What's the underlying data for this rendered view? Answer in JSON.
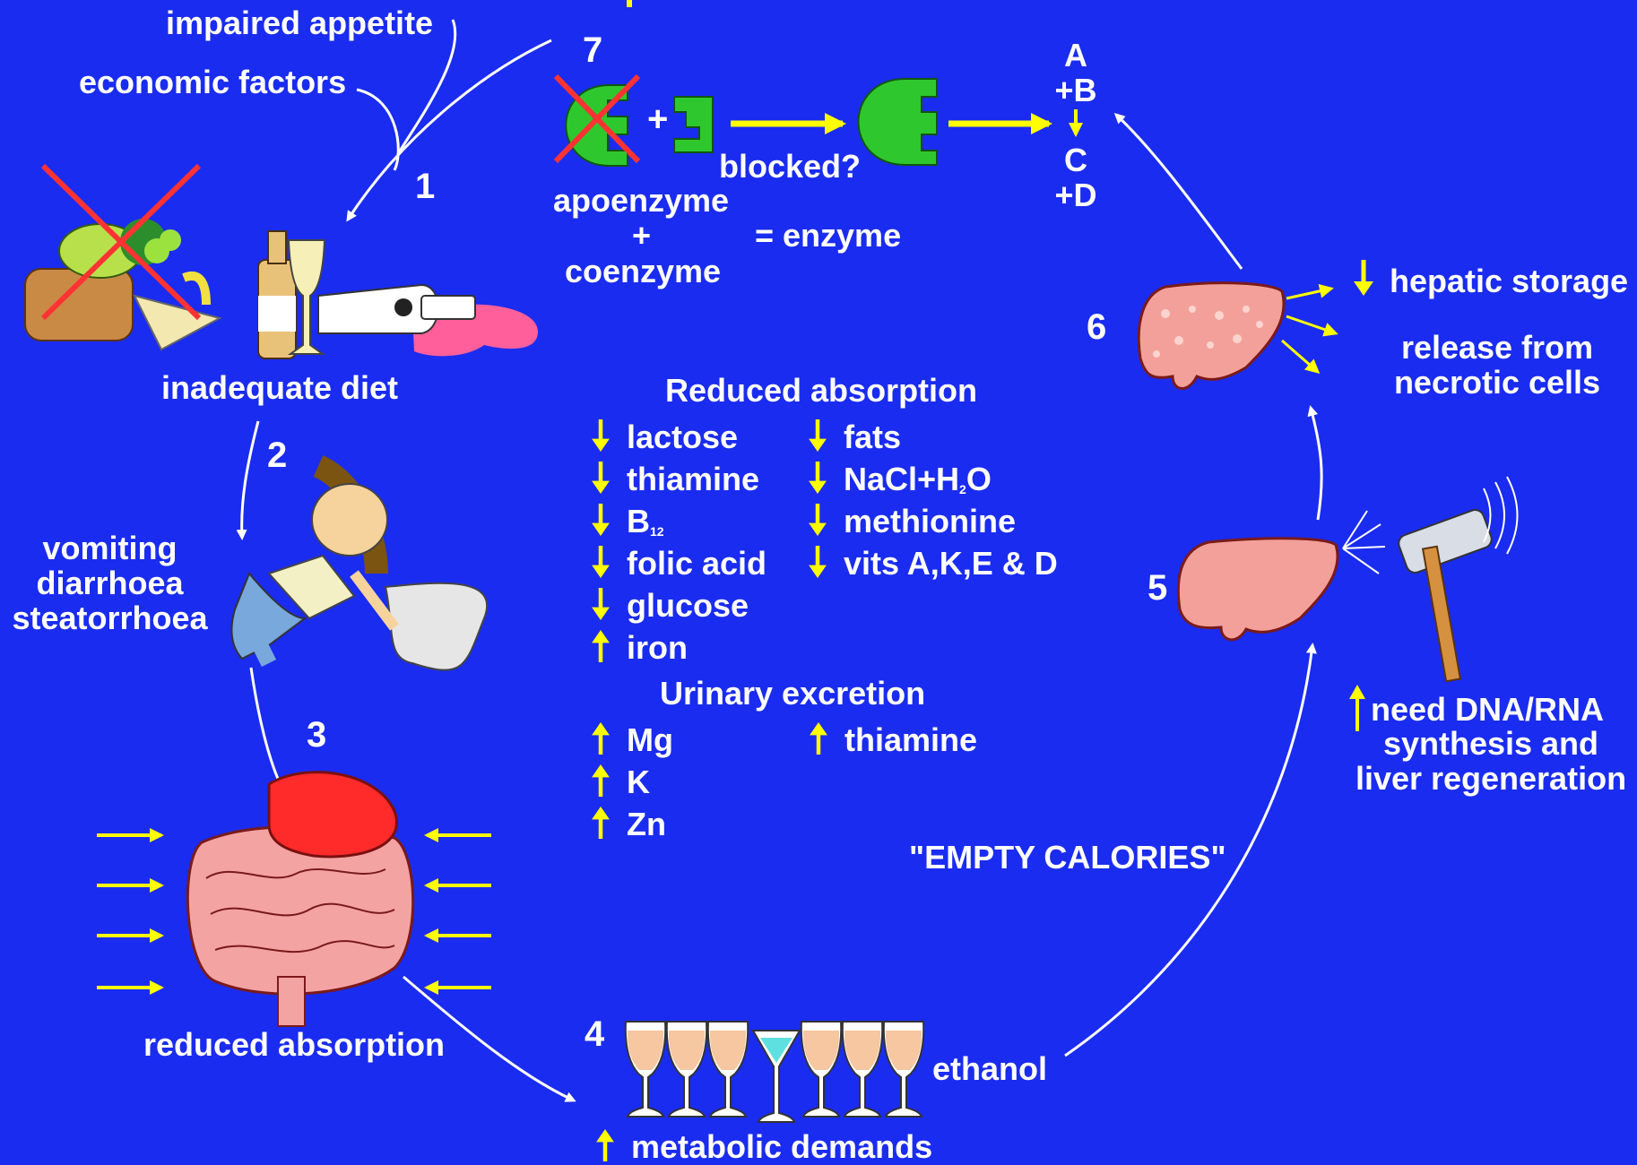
{
  "colors": {
    "background": "#1a2cf0",
    "text": "#ffffff",
    "accent": "#ffff00",
    "cross": "#ff3333",
    "enzyme": "#2ec82e",
    "liver": "#f4a09a"
  },
  "top_left": {
    "impaired_appetite": "impaired appetite",
    "economic_factors": "economic factors"
  },
  "steps": {
    "s1": "1",
    "s2": "2",
    "s3": "3",
    "s4": "4",
    "s5": "5",
    "s6": "6",
    "s7": "7"
  },
  "diet": {
    "label": "inadequate diet"
  },
  "vomit": {
    "line1": "vomiting",
    "line2": "diarrhoea",
    "line3": "steatorrhoea"
  },
  "gut": {
    "label": "reduced absorption"
  },
  "enzyme": {
    "plus": "+",
    "blocked": "blocked?",
    "apoenzyme": "apoenzyme",
    "plus2": "+",
    "coenzyme": "coenzyme",
    "equals": "= enzyme",
    "reaction": [
      "A",
      "+B",
      "C",
      "+D"
    ]
  },
  "absorption": {
    "title": "Reduced absorption",
    "left": [
      {
        "dir": "down",
        "text": "lactose"
      },
      {
        "dir": "down",
        "text": "thiamine"
      },
      {
        "dir": "down",
        "text": "B",
        "sub": "12"
      },
      {
        "dir": "down",
        "text": "folic acid"
      },
      {
        "dir": "down",
        "text": "glucose"
      },
      {
        "dir": "up",
        "text": "iron"
      }
    ],
    "right": [
      {
        "dir": "down",
        "text": "fats"
      },
      {
        "dir": "down",
        "text": "NaCl+H",
        "sub": "2",
        "after": "O"
      },
      {
        "dir": "down",
        "text": "methionine"
      },
      {
        "dir": "down",
        "text": "vits A,K,E & D"
      }
    ]
  },
  "urinary": {
    "title": "Urinary excretion",
    "left": [
      {
        "dir": "up",
        "text": "Mg"
      },
      {
        "dir": "up",
        "text": "K"
      },
      {
        "dir": "up",
        "text": "Zn"
      }
    ],
    "right": [
      {
        "dir": "up",
        "text": "thiamine"
      }
    ]
  },
  "liver6": {
    "hepatic_storage": "hepatic storage",
    "release1": "release from",
    "release2": "necrotic cells"
  },
  "liver5": {
    "need1": "need DNA/RNA",
    "need2": "synthesis and",
    "need3": "liver regeneration"
  },
  "empty_calories": "\"EMPTY CALORIES\"",
  "ethanol": {
    "label": "ethanol",
    "demands": "metabolic  demands"
  }
}
